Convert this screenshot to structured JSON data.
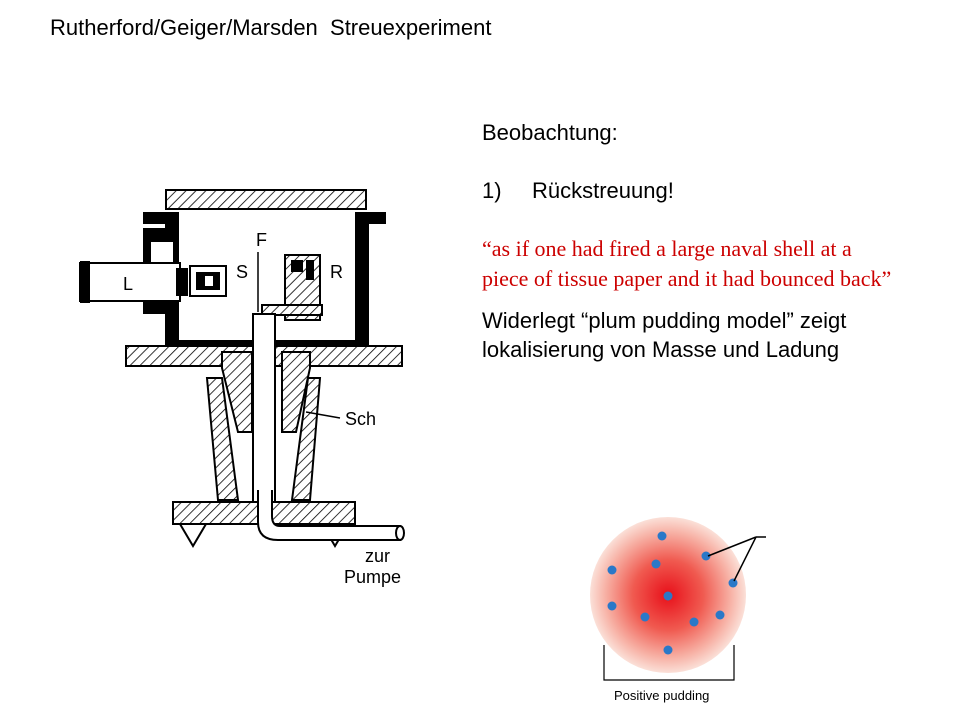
{
  "slide": {
    "title": "Rutherford/Geiger/Marsden  Streuexperiment",
    "observation_heading": "Beobachtung:",
    "list_number": "1)",
    "list_item": "Rückstreuung!",
    "quote": "“as if one had fired a large naval shell at a piece of tissue paper and it had bounced back”",
    "conclusion": "Widerlegt “plum pudding model” zeigt lokalisierung von Masse und Ladung"
  },
  "apparatus": {
    "label_L": "L",
    "label_S": "S",
    "label_F": "F",
    "label_R": "R",
    "label_Sch": "Sch",
    "label_zur": "zur",
    "label_pumpe": "Pumpe"
  },
  "pudding": {
    "caption": "Positive pudding",
    "colors": {
      "center": "#e8101a",
      "edge": "#fbe0d8",
      "electron": "#2a78c8"
    }
  }
}
